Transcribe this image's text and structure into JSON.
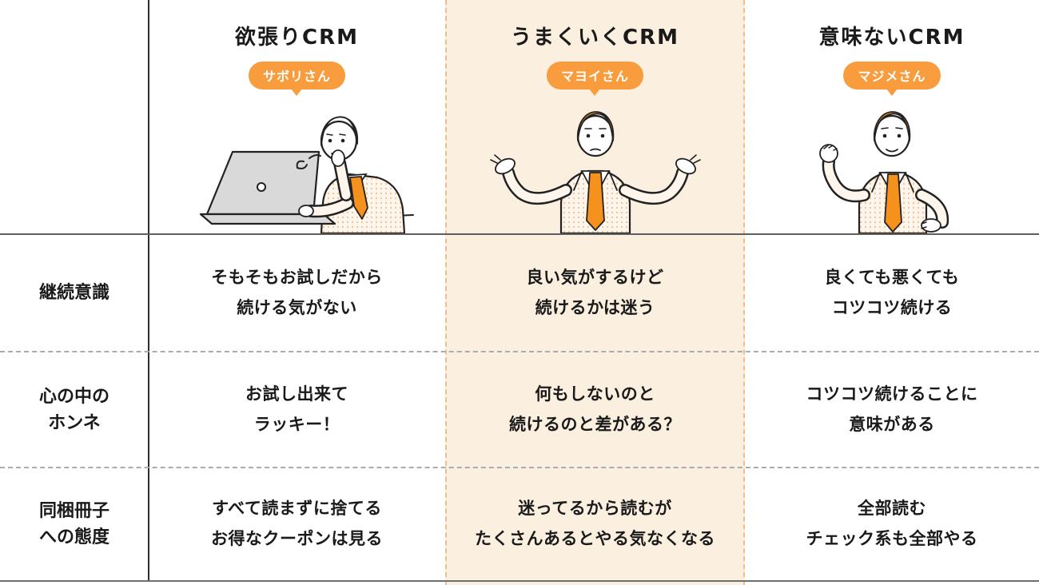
{
  "table": {
    "columns": [
      {
        "title": "欲張りCRM",
        "badge": "サボリさん",
        "character": "slacking-man-at-laptop"
      },
      {
        "title": "うまくいくCRM",
        "badge": "マヨイさん",
        "character": "shrugging-confused-man"
      },
      {
        "title": "意味ないCRM",
        "badge": "マジメさん",
        "character": "determined-man-fist-up"
      }
    ],
    "rows": [
      {
        "header": "継続意識",
        "cells": [
          "そもそもお試しだから\n続ける気がない",
          "良い気がするけど\n続けるかは迷う",
          "良くても悪くても\nコツコツ続ける"
        ]
      },
      {
        "header": "心の中の\nホンネ",
        "cells": [
          "お試し出来て\nラッキー！",
          "何もしないのと\n続けるのと差がある？",
          "コツコツ続けることに\n意味がある"
        ]
      },
      {
        "header": "同梱冊子\nへの態度",
        "cells": [
          "すべて読まずに捨てる\nお得なクーポンは見る",
          "迷ってるから読むが\nたくさんあるとやる気なくなる",
          "全部読む\nチェック系も全部やる"
        ]
      }
    ]
  },
  "colors": {
    "accent_orange": "#F5921E",
    "badge_orange": "#F89C3E",
    "highlight_column_bg": "#FBEFE0",
    "grid_solid_line": "#5F5F5F",
    "grid_dashed_line": "#ABABAB",
    "header_divider": "#2E2E2E"
  }
}
